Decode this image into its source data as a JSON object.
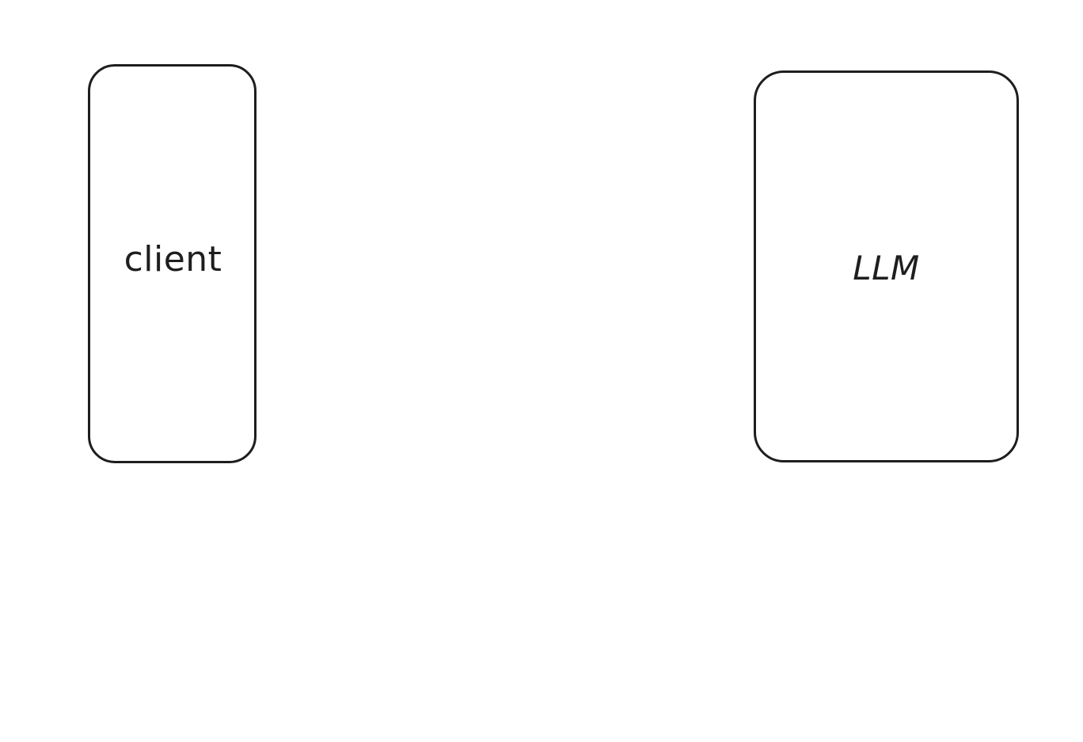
{
  "diagram": {
    "nodes": [
      {
        "id": "client",
        "label": "client"
      },
      {
        "id": "llm",
        "label": "LLM"
      }
    ]
  },
  "colors": {
    "stroke": "#1e1e1e",
    "background": "#ffffff"
  }
}
